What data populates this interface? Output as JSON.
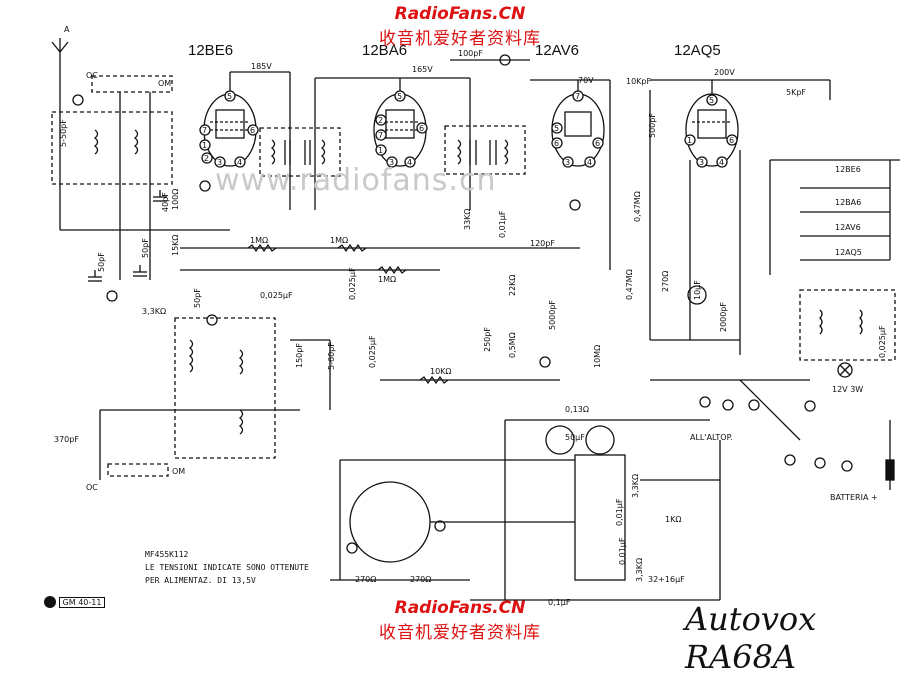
{
  "watermark": {
    "site": "RadioFans.CN",
    "chinese": "收音机爱好者资料库",
    "center": "www.radiofans.cn"
  },
  "tubes": [
    "12BE6",
    "12BA6",
    "12AV6",
    "12AQ5"
  ],
  "model": "Autovox  RA68A",
  "notes": {
    "transformer": "MF455K112",
    "line1": "LE TENSIONI INDICATE SONO OTTENUTE",
    "line2": "PER ALIMENTAZ. DI 13,5V",
    "logo": "GM 40-11"
  },
  "voltages": [
    "185V",
    "165V",
    "70V",
    "200V"
  ],
  "components": {
    "c1": "5-50pF",
    "c2": "50pF",
    "c3": "40pF",
    "c4": "50pF",
    "c5": "50pF",
    "c6": "370pF",
    "c7": "100pF",
    "c8": "0,025µF",
    "c9": "0,025µF",
    "c10": "150pF",
    "c11": "5-60pF",
    "c12": "0,025µF",
    "c13": "0,01µF",
    "c14": "120pF",
    "c15": "250pF",
    "c16": "5000pF",
    "c17": "10KpF",
    "c18": "500pF",
    "c19": "5KpF",
    "c20": "2000pF",
    "c21": "10µF",
    "c22": "0,025µF",
    "c23": "50µF",
    "c24": "0,01µF",
    "c25": "32+16µF",
    "c26": "0,1µF",
    "c27": "0,01µF",
    "r1": "100Ω",
    "r2": "15KΩ",
    "r3": "3,3KΩ",
    "r4": "1MΩ",
    "r5": "1MΩ",
    "r6": "1MΩ",
    "r7": "33KΩ",
    "r8": "22KΩ",
    "r9": "0,5MΩ",
    "r10": "10MΩ",
    "r11": "10KΩ",
    "r12": "0,47MΩ",
    "r13": "0,47MΩ",
    "r14": "270Ω",
    "r15": "0,13Ω",
    "r16": "3,3KΩ",
    "r17": "1KΩ",
    "r18": "3,3KΩ",
    "r19": "270Ω",
    "r20": "270Ω"
  },
  "labels": {
    "oc_top": "OC",
    "om_top": "OM",
    "oc_bot": "OC",
    "om_bot": "OM",
    "antenna": "A",
    "altop": "ALL'ALTOP.",
    "batteria": "BATTERIA +",
    "lamp": "12V 3W",
    "heater_list": [
      "12BE6",
      "12BA6",
      "12AV6",
      "12AQ5"
    ]
  }
}
